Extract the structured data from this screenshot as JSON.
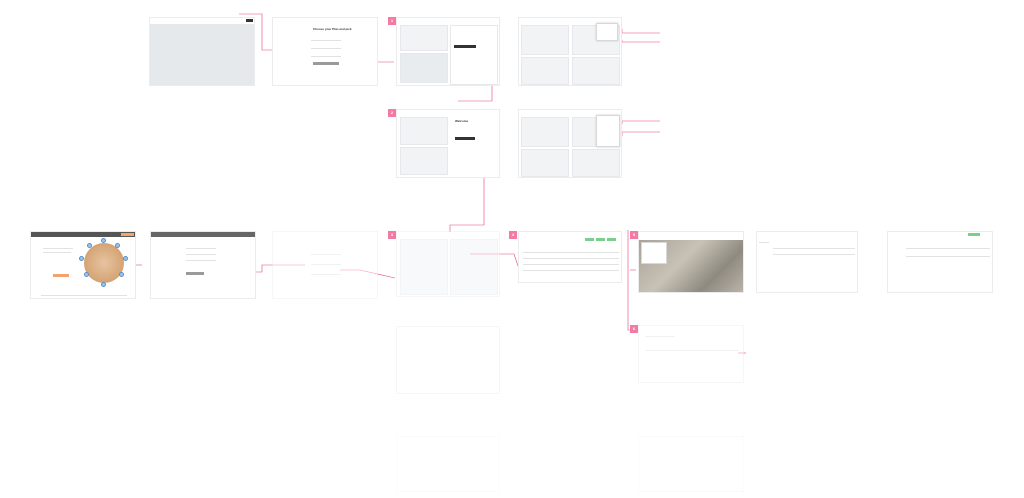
{
  "colors": {
    "accent": "#f27aa4",
    "connector": "#e8437d",
    "panel": "#f1f3f5",
    "dark_button": "#333333",
    "success": "#7ccf8a"
  },
  "frames": {
    "f1": {
      "head": "",
      "placeholder": ""
    },
    "f2": {
      "title": "Choose your Plan and pick",
      "button": ""
    },
    "f3": {
      "badge": "1",
      "card_title": "",
      "button": ""
    },
    "f5": {
      "badge": "2",
      "card_title": "Welcome",
      "button": ""
    },
    "f8": {
      "badge": "3"
    },
    "f9": {
      "badge": "4"
    },
    "f10": {
      "badge": "5"
    },
    "f12": {
      "badge": "6"
    },
    "f14": {
      "heading": ""
    }
  },
  "notes": [
    {
      "id": "note-1",
      "text": ""
    },
    {
      "id": "note-2",
      "text": ""
    },
    {
      "id": "note-3",
      "text": ""
    },
    {
      "id": "note-4",
      "text": ""
    },
    {
      "id": "note-5",
      "text": ""
    },
    {
      "id": "note-6",
      "text": ""
    },
    {
      "id": "note-7",
      "text": ""
    },
    {
      "id": "note-8",
      "text": ""
    }
  ]
}
